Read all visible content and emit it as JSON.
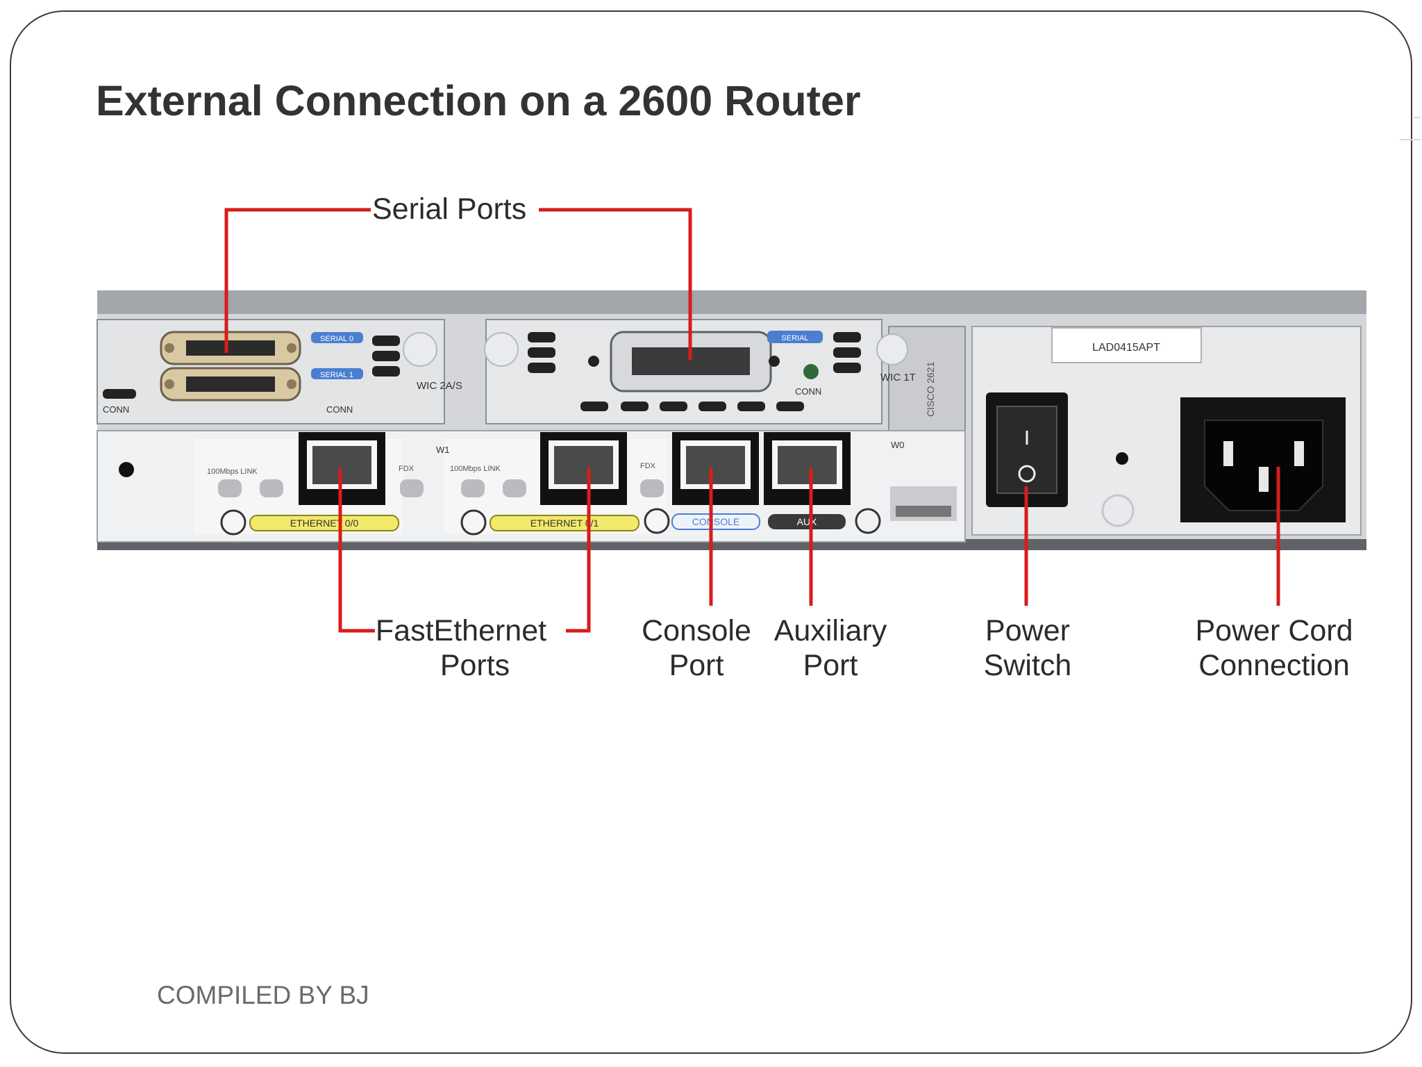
{
  "slide": {
    "title": "External Connection on a 2600 Router",
    "footer": "COMPILED BY BJ"
  },
  "diagram": {
    "callouts": {
      "serial": "Serial Ports",
      "fastethernet_line1": "FastEthernet",
      "fastethernet_line2": "Ports",
      "console_line1": "Console",
      "console_line2": "Port",
      "aux_line1": "Auxiliary",
      "aux_line2": "Port",
      "power_switch_line1": "Power",
      "power_switch_line2": "Switch",
      "power_cord_line1": "Power Cord",
      "power_cord_line2": "Connection"
    },
    "panel_text": {
      "conn_left": "CONN",
      "conn_mid": "CONN",
      "conn_right": "CONN",
      "wic_2as": "WIC\n2A/S",
      "wic_1t": "WIC\n1T",
      "w0": "W0",
      "w1": "W1",
      "eth0": "ETHERNET 0/0",
      "eth1": "ETHERNET 0/1",
      "console": "CONSOLE",
      "aux": "AUX",
      "serial0": "SERIAL 0",
      "serial1": "SERIAL 1",
      "serial_r": "SERIAL",
      "fdx": "FDX",
      "link": "100Mbps LINK",
      "cisco": "CISCO 2621",
      "sticker": "LAD0415APT"
    },
    "colors": {
      "leader": "#d81c1c",
      "chassis": "#d9dbde",
      "chassis_dark": "#9a9da2",
      "panel_light": "#eeeff1",
      "port_blue": "#4a7fd0",
      "label_yellow": "#f2ea6a",
      "power_black": "#141414"
    }
  }
}
